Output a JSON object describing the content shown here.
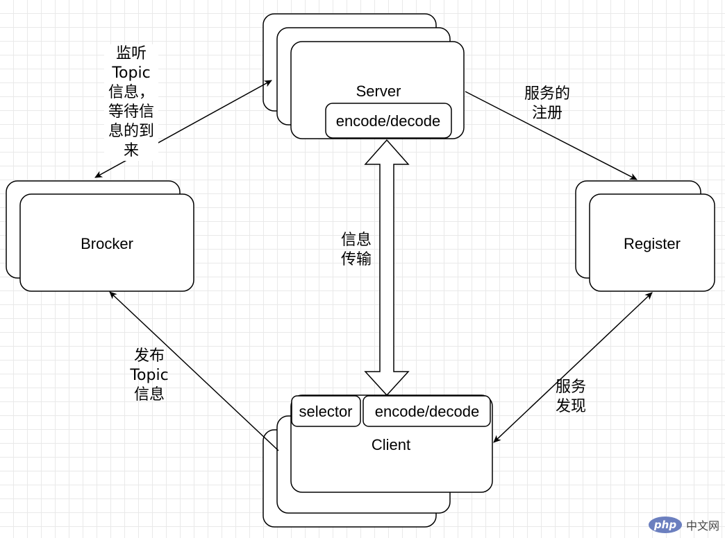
{
  "nodes": {
    "server": {
      "label": "Server",
      "inner_label": "encode/decode"
    },
    "broker": {
      "label": "Brocker"
    },
    "register": {
      "label": "Register"
    },
    "client": {
      "label": "Client",
      "selector_label": "selector",
      "inner_label": "encode/decode"
    }
  },
  "edge_labels": {
    "listen_topic": [
      "监听",
      "Topic",
      "信息，",
      "等待信",
      "息的到",
      "来"
    ],
    "service_registration": [
      "服务的",
      "注册"
    ],
    "info_transfer": [
      "信息",
      "传输"
    ],
    "publish_topic": [
      "发布",
      "Topic",
      "信息"
    ],
    "service_discovery": [
      "服务",
      "发现"
    ]
  },
  "watermark": {
    "logo_text": "php",
    "site_text": "中文网"
  }
}
